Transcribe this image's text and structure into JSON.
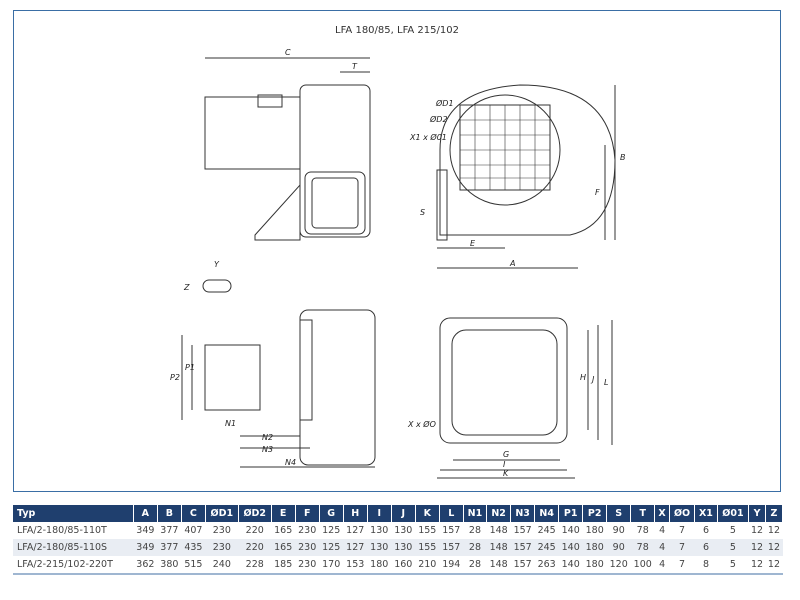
{
  "title": "LFA 180/85, LFA 215/102",
  "drawing_labels": {
    "C": "C",
    "T": "T",
    "D1": "ØD1",
    "D2": "ØD2",
    "X1": "X1 x Ø01",
    "B": "B",
    "F": "F",
    "S": "S",
    "E": "E",
    "A": "A",
    "Y": "Y",
    "Z": "Z",
    "P2": "P2",
    "P1": "P1",
    "N1": "N1",
    "N2": "N2",
    "N3": "N3",
    "N4": "N4",
    "H": "H",
    "J": "J",
    "L": "L",
    "X": "X x ØO",
    "G": "G",
    "I": "I",
    "K": "K"
  },
  "table": {
    "headers": [
      "Typ",
      "A",
      "B",
      "C",
      "ØD1",
      "ØD2",
      "E",
      "F",
      "G",
      "H",
      "I",
      "J",
      "K",
      "L",
      "N1",
      "N2",
      "N3",
      "N4",
      "P1",
      "P2",
      "S",
      "T",
      "X",
      "ØO",
      "X1",
      "Ø01",
      "Y",
      "Z"
    ],
    "rows": [
      [
        "LFA/2-180/85-110T",
        "349",
        "377",
        "407",
        "230",
        "220",
        "165",
        "230",
        "125",
        "127",
        "130",
        "130",
        "155",
        "157",
        "28",
        "148",
        "157",
        "245",
        "140",
        "180",
        "90",
        "78",
        "4",
        "7",
        "6",
        "5",
        "12",
        "12"
      ],
      [
        "LFA/2-180/85-110S",
        "349",
        "377",
        "435",
        "230",
        "220",
        "165",
        "230",
        "125",
        "127",
        "130",
        "130",
        "155",
        "157",
        "28",
        "148",
        "157",
        "245",
        "140",
        "180",
        "90",
        "78",
        "4",
        "7",
        "6",
        "5",
        "12",
        "12"
      ],
      [
        "LFA/2-215/102-220T",
        "362",
        "380",
        "515",
        "240",
        "228",
        "185",
        "230",
        "170",
        "153",
        "180",
        "160",
        "210",
        "194",
        "28",
        "148",
        "157",
        "263",
        "140",
        "180",
        "120",
        "100",
        "4",
        "7",
        "8",
        "5",
        "12",
        "12"
      ]
    ]
  }
}
